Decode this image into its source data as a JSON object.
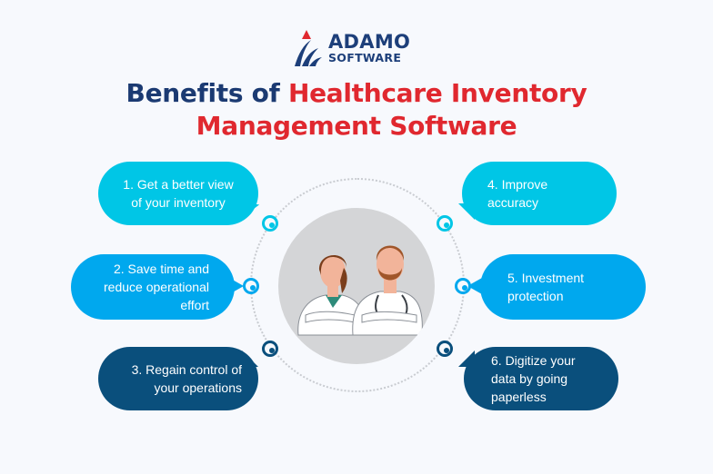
{
  "logo": {
    "main": "ADAMO",
    "sub": "SOFTWARE",
    "colors": {
      "navy": "#1d3f7a",
      "red": "#e0282f"
    }
  },
  "title": {
    "line1_navy": "Benefits of ",
    "line1_red": "Healthcare Inventory",
    "line2_red": "Management Software"
  },
  "center": {
    "image": "doctors-illustration",
    "description": "Female and male doctors in white coats with arms crossed"
  },
  "benefits": [
    {
      "number": 1,
      "text": "1. Get a better view of your inventory",
      "color": "#00c6e6",
      "side": "left"
    },
    {
      "number": 2,
      "text": "2. Save time and reduce operational effort",
      "color": "#00a8ee",
      "side": "left"
    },
    {
      "number": 3,
      "text": "3. Regain control of your operations",
      "color": "#0a4f7c",
      "side": "left"
    },
    {
      "number": 4,
      "text": "4. Improve accuracy",
      "color": "#00c6e6",
      "side": "right"
    },
    {
      "number": 5,
      "text": "5. Investment protection",
      "color": "#00a8ee",
      "side": "right"
    },
    {
      "number": 6,
      "text": "6. Digitize your data by going paperless",
      "color": "#0a4f7c",
      "side": "right"
    }
  ],
  "colors": {
    "background": "#f7f9fd",
    "cyan": "#00c6e6",
    "blue": "#00a8ee",
    "navy": "#0a4f7c",
    "center_circle": "#d4d5d7",
    "ring_dots": "#c9ccd1"
  }
}
